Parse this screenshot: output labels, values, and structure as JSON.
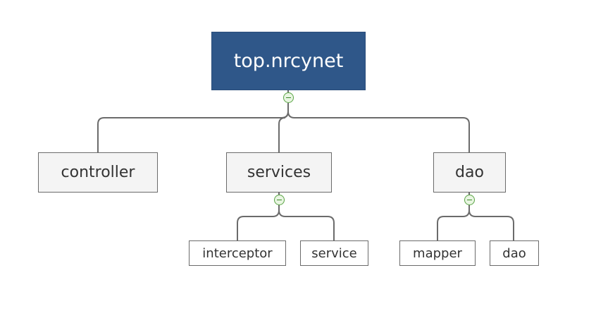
{
  "root": {
    "label": "top.nrcynet"
  },
  "branches": [
    {
      "label": "controller",
      "children": []
    },
    {
      "label": "services",
      "children": [
        {
          "label": "interceptor"
        },
        {
          "label": "service"
        }
      ]
    },
    {
      "label": "dao",
      "children": [
        {
          "label": "mapper"
        },
        {
          "label": "dao"
        }
      ]
    }
  ],
  "colors": {
    "root_fill": "#2f5789",
    "root_text": "#ffffff",
    "node_fill": "#f4f4f4",
    "node_border": "#6b6b6b",
    "connector": "#6b6b6b",
    "toggle_border": "#5aa545"
  },
  "toggle_icon": "collapse-minus-icon"
}
